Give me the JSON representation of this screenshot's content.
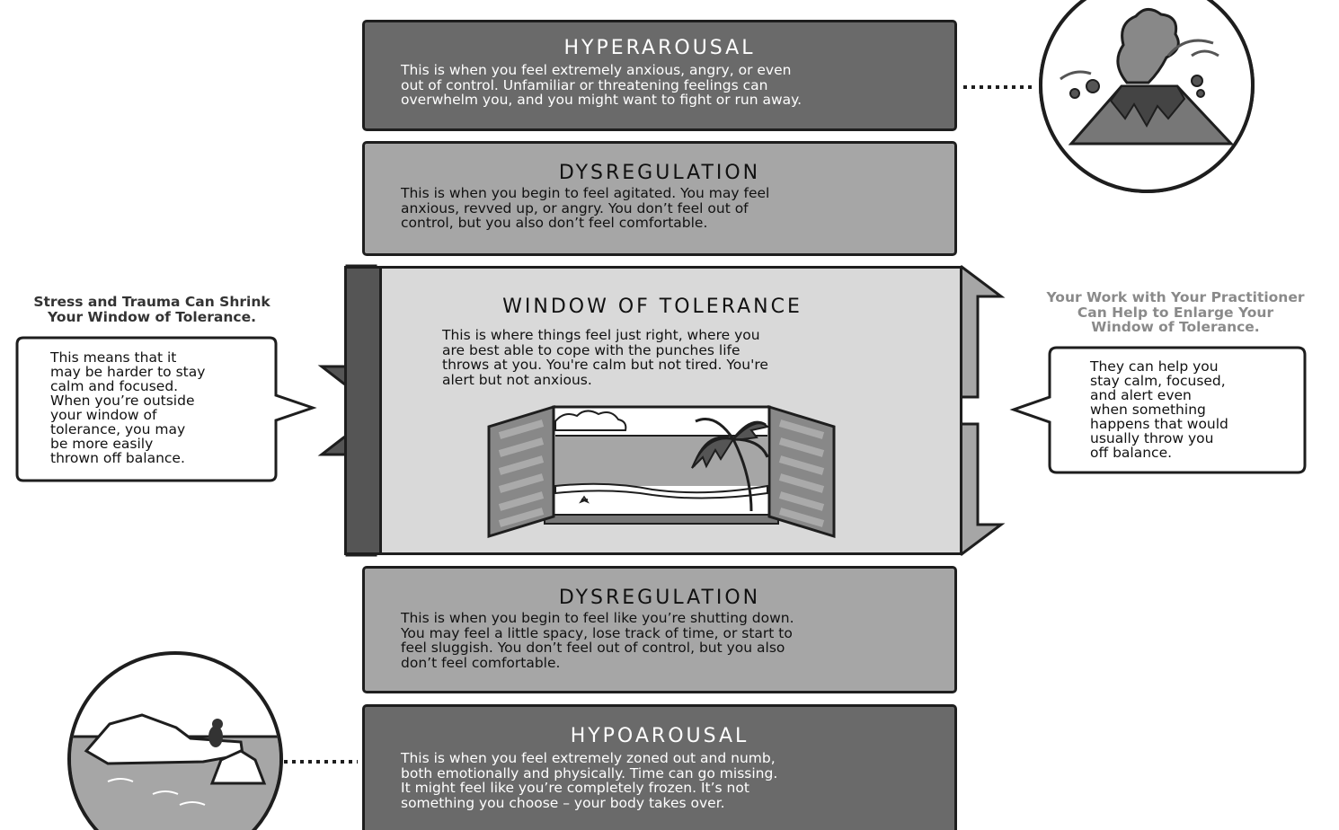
{
  "hyperarousal": {
    "title": "HYPERAROUSAL",
    "description": "This is when you feel extremely anxious, angry, or even\nout of control. Unfamiliar or threatening feelings can\noverwhelm you, and you might want to fight or run away."
  },
  "dysregulation_top": {
    "title": "DYSREGULATION",
    "description": "This is when you begin to feel agitated. You may feel\nanxious, revved up, or angry.  You don’t feel out of\ncontrol, but you also don’t feel comfortable."
  },
  "window_of_tolerance": {
    "title": "WINDOW OF TOLERANCE",
    "description": "This is where things feel just right, where you\nare best able to cope with the punches life\nthrows at you. You're calm but not tired. You're\nalert but not anxious."
  },
  "dysregulation_bottom": {
    "title": "DYSREGULATION",
    "description": "This is when you begin to feel like you’re shutting down.\nYou may feel a little spacy, lose track of time, or start to\nfeel sluggish. You don’t feel out of control, but you also\ndon’t feel comfortable."
  },
  "hypoarousal": {
    "title": "HYPOAROUSAL",
    "description": "This is when you feel extremely zoned out and numb,\nboth emotionally and physically. Time can go missing.\nIt might feel like you’re completely frozen. It’s not\nsomething you choose – your body takes over."
  },
  "left_side": {
    "heading": "Stress and Trauma Can Shrink\nYour Window of Tolerance.",
    "bubble": "This means that it\nmay be harder to stay\ncalm and focused.\nWhen you’re outside\nyour window of\ntolerance, you may\nbe more easily\nthrown off balance."
  },
  "right_side": {
    "heading": "Your Work with Your Practitioner\nCan Help to Enlarge Your\nWindow of Tolerance.",
    "bubble": "They can help you\nstay calm, focused,\nand alert even\nwhen something\nhappens that would\nusually throw you\noff balance."
  },
  "icons": {
    "top_right": "volcano-icon",
    "bottom_left": "iceberg-penguin-icon",
    "center": "open-window-beach-icon"
  },
  "colors": {
    "dark_band": "#6a6a6a",
    "mid_band": "#a6a6a6",
    "light_band": "#d9d9d9",
    "arrow_dark": "#555555",
    "arrow_light": "#a6a6a6"
  }
}
